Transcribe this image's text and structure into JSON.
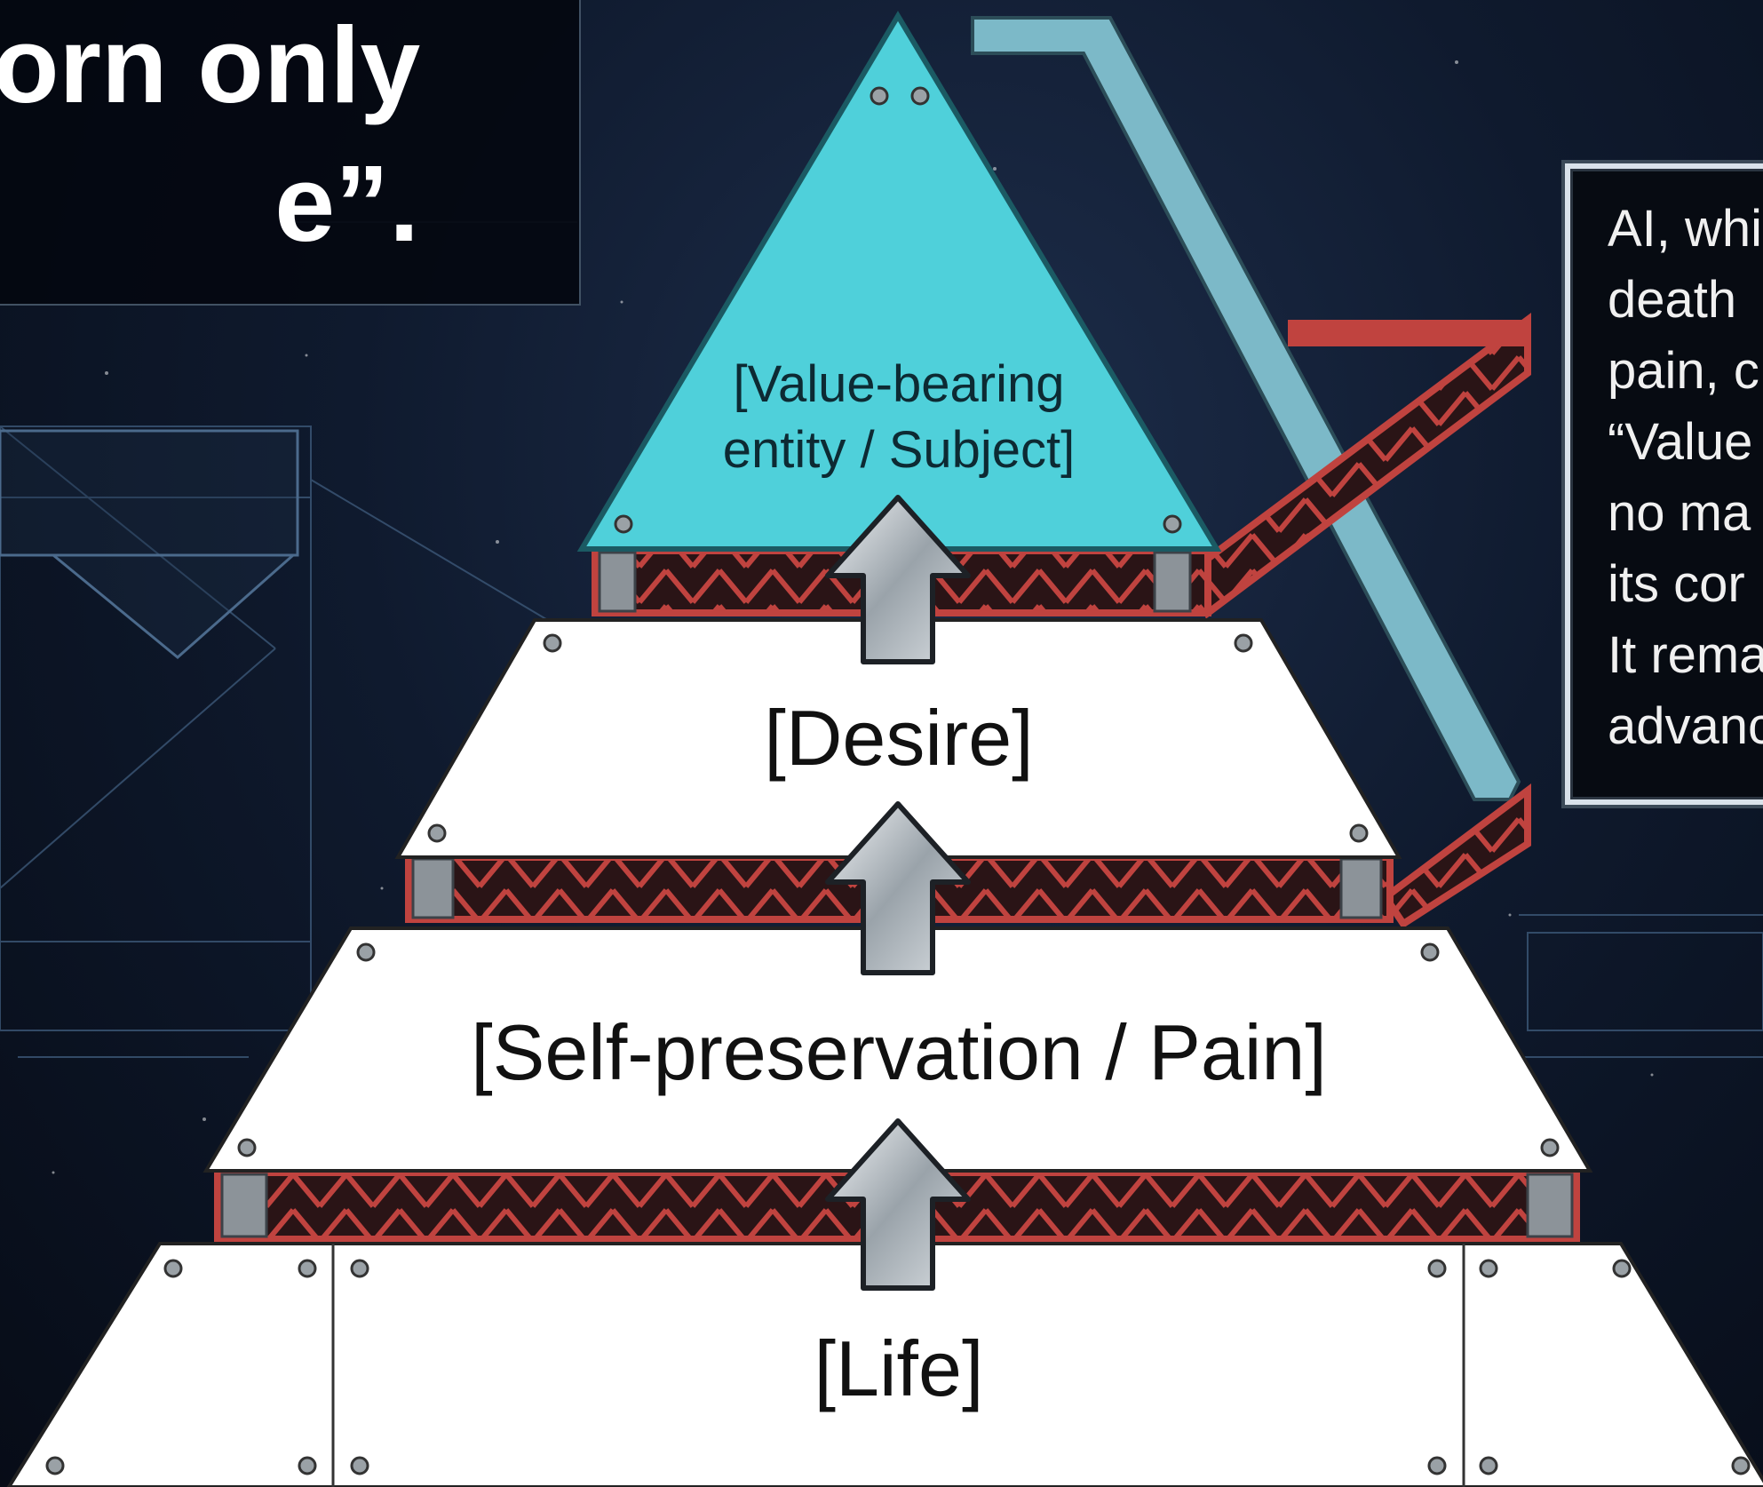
{
  "header": {
    "line1": "orn only",
    "line2": "e”."
  },
  "pyramid": {
    "top": "[Value-bearing entity / Subject]",
    "top_line1": "[Value-bearing",
    "top_line2": "entity / Subject]",
    "tier2": "[Desire]",
    "tier3": "[Self-preservation / Pain]",
    "tier4": "[Life]"
  },
  "side_panel": {
    "lines": [
      "AI, whi",
      "death",
      "pain, c",
      "“Value",
      "no ma",
      "its cor",
      "It rema",
      "advanc"
    ]
  },
  "colors": {
    "background": "#0f1a2e",
    "apex": "#4fd0da",
    "tier": "#ffffff",
    "truss": "#c0433f",
    "arrow": "#b9c0c6",
    "frame": "#7cb9c8"
  }
}
